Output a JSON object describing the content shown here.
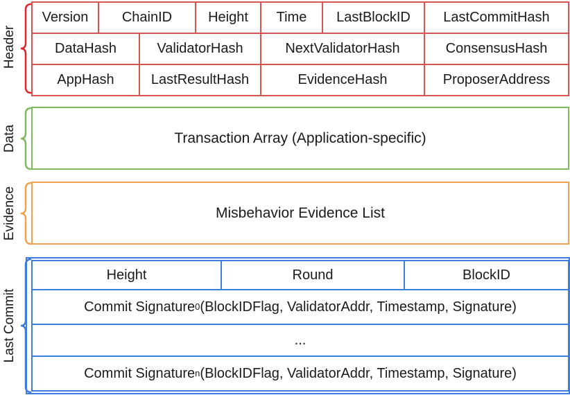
{
  "header": {
    "label": "Header",
    "color": "#d9534f",
    "rows": [
      [
        "Version",
        "ChainID",
        "Height",
        "Time",
        "LastBlockID",
        "LastCommitHash"
      ],
      [
        "DataHash",
        "ValidatorHash",
        "NextValidatorHash",
        "ConsensusHash"
      ],
      [
        "AppHash",
        "LastResultHash",
        "EvidenceHash",
        "ProposerAddress"
      ]
    ]
  },
  "data": {
    "label": "Data",
    "color": "#7dbb5e",
    "content": "Transaction Array (Application-specific)"
  },
  "evidence": {
    "label": "Evidence",
    "color": "#f0a34e",
    "content": "Misbehavior Evidence List"
  },
  "last_commit": {
    "label": "Last Commit",
    "color": "#3b7ee0",
    "fields": [
      "Height",
      "Round",
      "BlockID"
    ],
    "sig0": {
      "prefix": "Commit Signature",
      "sub": "0",
      "suffix": "(BlockIDFlag, ValidatorAddr, Timestamp, Signature)"
    },
    "ellipsis": "...",
    "sign": {
      "prefix": "Commit Signature",
      "sub": "n",
      "suffix": "(BlockIDFlag, ValidatorAddr, Timestamp, Signature)"
    }
  }
}
